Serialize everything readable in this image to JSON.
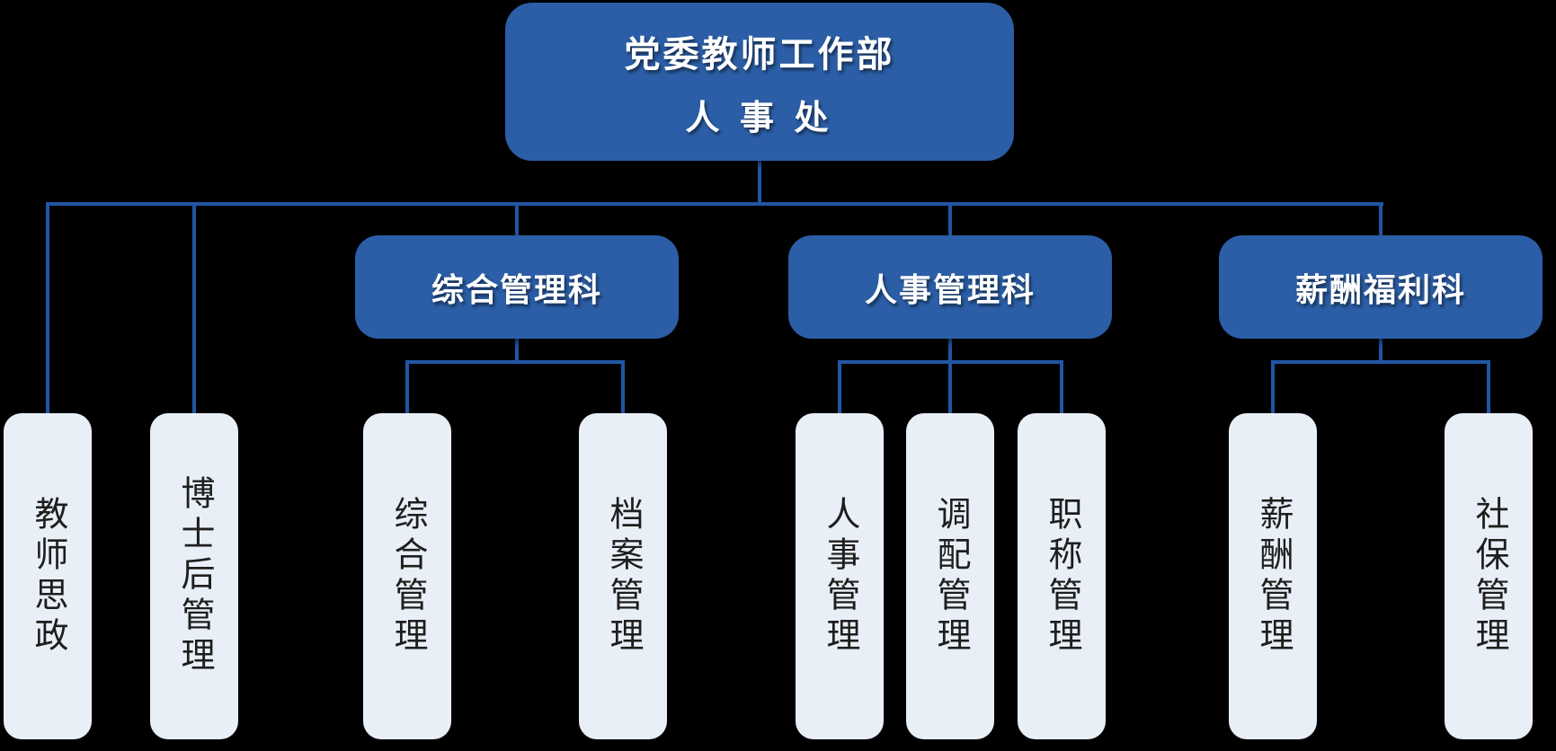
{
  "colors": {
    "background": "#000000",
    "node_fill": "#2B5EA6",
    "connector_line": "#2156A4",
    "leaf_fill": "#E9EFF7",
    "leaf_text": "#1E1E1E",
    "node_text": "#FFFFFF"
  },
  "root": {
    "title_line1": "党委教师工作部",
    "title_line2": "人 事 处"
  },
  "branches": [
    {
      "label": "综合管理科"
    },
    {
      "label": "人事管理科"
    },
    {
      "label": "薪酬福利科"
    }
  ],
  "leaves": [
    {
      "label": "教师思政"
    },
    {
      "label": "博士后管理"
    },
    {
      "label": "综合管理"
    },
    {
      "label": "档案管理"
    },
    {
      "label": "人事管理"
    },
    {
      "label": "调配管理"
    },
    {
      "label": "职称管理"
    },
    {
      "label": "薪酬管理"
    },
    {
      "label": "社保管理"
    }
  ]
}
